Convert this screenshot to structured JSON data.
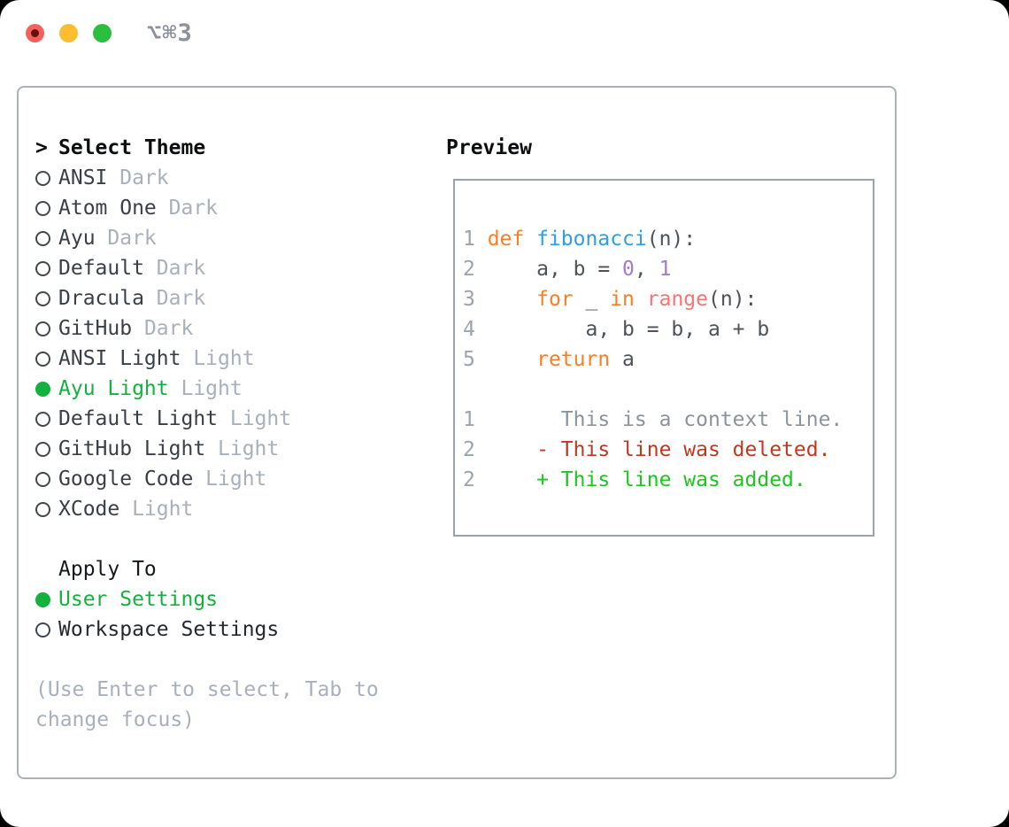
{
  "window": {
    "title_shortcut": "⌥⌘3"
  },
  "sidebar": {
    "header_prefix": ">",
    "header_label": "Select Theme",
    "themes": [
      {
        "name": "ANSI",
        "variant": "Dark",
        "selected": false
      },
      {
        "name": "Atom One",
        "variant": "Dark",
        "selected": false
      },
      {
        "name": "Ayu",
        "variant": "Dark",
        "selected": false
      },
      {
        "name": "Default",
        "variant": "Dark",
        "selected": false
      },
      {
        "name": "Dracula",
        "variant": "Dark",
        "selected": false
      },
      {
        "name": "GitHub",
        "variant": "Dark",
        "selected": false
      },
      {
        "name": "ANSI Light",
        "variant": "Light",
        "selected": false
      },
      {
        "name": "Ayu Light",
        "variant": "Light",
        "selected": true
      },
      {
        "name": "Default Light",
        "variant": "Light",
        "selected": false
      },
      {
        "name": "GitHub Light",
        "variant": "Light",
        "selected": false
      },
      {
        "name": "Google Code",
        "variant": "Light",
        "selected": false
      },
      {
        "name": "XCode",
        "variant": "Light",
        "selected": false
      }
    ],
    "apply_to_label": "Apply To",
    "apply_options": [
      {
        "label": "User Settings",
        "selected": true
      },
      {
        "label": "Workspace Settings",
        "selected": false
      }
    ],
    "hint": "(Use Enter to select, Tab to change focus)"
  },
  "preview": {
    "title": "Preview",
    "code_lines": [
      {
        "num": "1",
        "tokens": [
          {
            "t": "def",
            "c": "keyword"
          },
          {
            "t": " ",
            "c": "plain"
          },
          {
            "t": "fibonacci",
            "c": "function"
          },
          {
            "t": "(n):",
            "c": "plain"
          }
        ]
      },
      {
        "num": "2",
        "tokens": [
          {
            "t": "    a, b = ",
            "c": "plain"
          },
          {
            "t": "0",
            "c": "number"
          },
          {
            "t": ", ",
            "c": "plain"
          },
          {
            "t": "1",
            "c": "number"
          }
        ]
      },
      {
        "num": "3",
        "tokens": [
          {
            "t": "    ",
            "c": "plain"
          },
          {
            "t": "for",
            "c": "keyword"
          },
          {
            "t": " _ ",
            "c": "plain"
          },
          {
            "t": "in",
            "c": "keyword"
          },
          {
            "t": " ",
            "c": "plain"
          },
          {
            "t": "range",
            "c": "builtin"
          },
          {
            "t": "(n):",
            "c": "plain"
          }
        ]
      },
      {
        "num": "4",
        "tokens": [
          {
            "t": "        a, b = b, a + b",
            "c": "plain"
          }
        ]
      },
      {
        "num": "5",
        "tokens": [
          {
            "t": "    ",
            "c": "plain"
          },
          {
            "t": "return",
            "c": "keyword"
          },
          {
            "t": " a",
            "c": "plain"
          }
        ]
      },
      {
        "num": "",
        "tokens": []
      },
      {
        "num": "1",
        "tokens": [
          {
            "t": "      This is a context line.",
            "c": "context"
          }
        ]
      },
      {
        "num": "2",
        "tokens": [
          {
            "t": "    - This line was deleted.",
            "c": "deleted"
          }
        ]
      },
      {
        "num": "2",
        "tokens": [
          {
            "t": "    + This line was added.",
            "c": "added"
          }
        ]
      }
    ]
  },
  "colors": {
    "accent_green": "#14b13e",
    "added_green": "#1cc621",
    "deleted_red": "#c2371d",
    "context_gray": "#8b939c",
    "keyword_orange": "#fa7e23",
    "function_blue": "#2d9fe8",
    "number_purple": "#a37acc",
    "builtin_coral": "#f87474",
    "code_plain": "#4c535b",
    "line_number_gray": "#9aa3ae",
    "muted_gray": "#a7b0bb",
    "text_dark": "#383f47",
    "heading_black": "#0c0e10",
    "radio_border": "#41484f",
    "border_gray": "#aab1bb",
    "preview_border": "#9aa2ad",
    "title_gray": "#8b929b",
    "traffic_red": "#f4615c",
    "traffic_red_dot": "#64120b",
    "traffic_yellow": "#fcbd2e",
    "traffic_green": "#2ac03e"
  }
}
